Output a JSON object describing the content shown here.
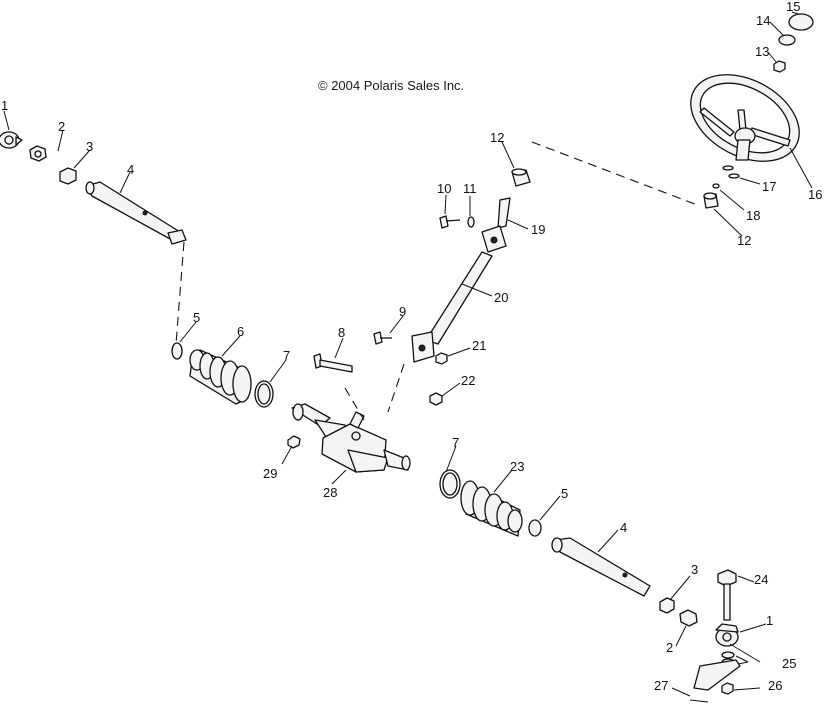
{
  "copyright": "© 2004 Polaris Sales Inc.",
  "callouts": {
    "c1a": "1",
    "c2a": "2",
    "c3a": "3",
    "c4a": "4",
    "c5a": "5",
    "c6": "6",
    "c7a": "7",
    "c8": "8",
    "c9": "9",
    "c10": "10",
    "c11": "11",
    "c12a": "12",
    "c12b": "12",
    "c13": "13",
    "c14": "14",
    "c15": "15",
    "c16": "16",
    "c17": "17",
    "c18": "18",
    "c19": "19",
    "c20": "20",
    "c21": "21",
    "c22": "22",
    "c23": "23",
    "c24": "24",
    "c25": "25",
    "c26": "26",
    "c27": "27",
    "c28": "28",
    "c29": "29",
    "c7b": "7",
    "c5b": "5",
    "c4b": "4",
    "c3b": "3",
    "c2b": "2",
    "c1b": "1"
  }
}
